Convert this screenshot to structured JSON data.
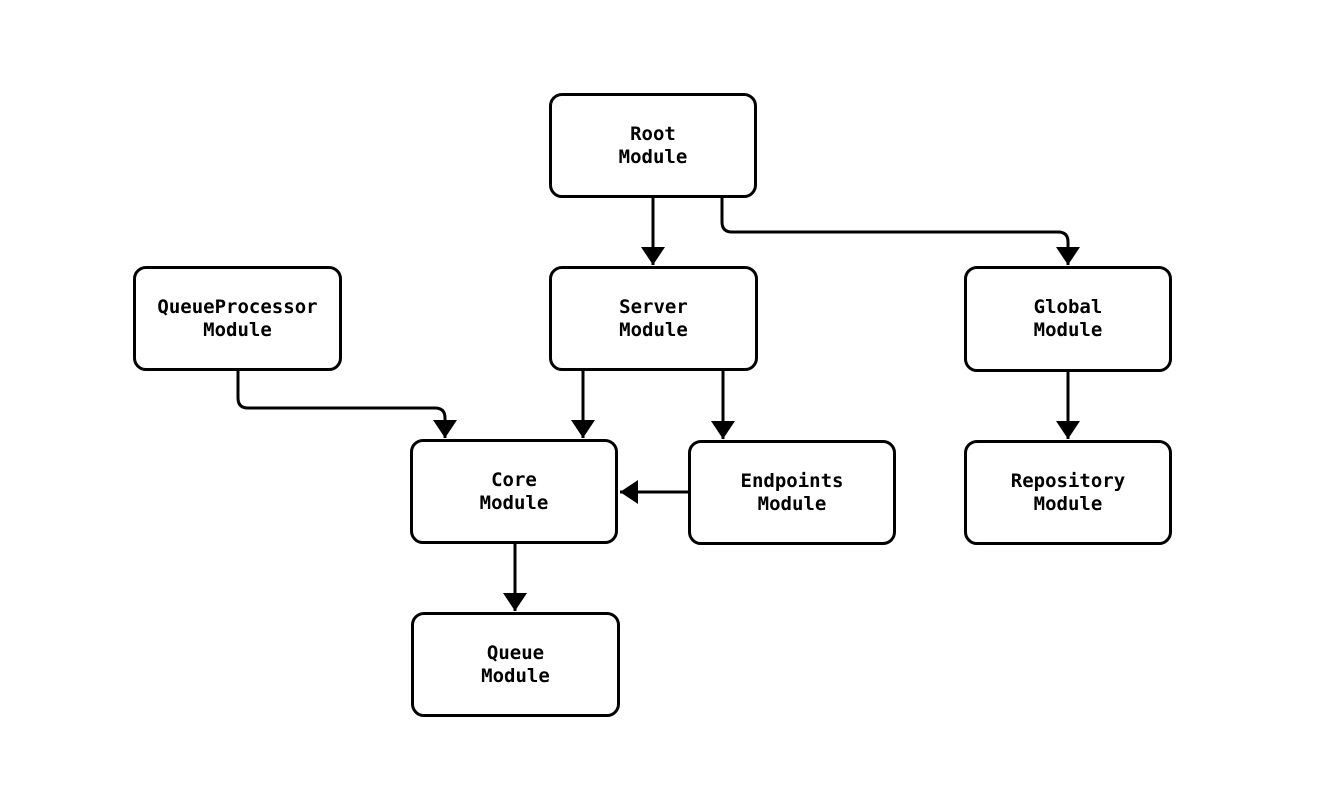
{
  "diagram": {
    "type": "module-dependency-graph",
    "background_color": "#ffffff",
    "node_fill_color": "#ffffff",
    "node_border_color": "#000000",
    "edge_color": "#000000",
    "nodes": {
      "root": {
        "label": "Root\nModule"
      },
      "queue_processor": {
        "label": "QueueProcessor\nModule"
      },
      "server": {
        "label": "Server\nModule"
      },
      "global": {
        "label": "Global\nModule"
      },
      "core": {
        "label": "Core\nModule"
      },
      "endpoints": {
        "label": "Endpoints\nModule"
      },
      "repository": {
        "label": "Repository\nModule"
      },
      "queue": {
        "label": "Queue\nModule"
      }
    },
    "edges": [
      {
        "from": "Root Module",
        "to": "Server Module"
      },
      {
        "from": "Root Module",
        "to": "Global Module"
      },
      {
        "from": "QueueProcessor Module",
        "to": "Core Module"
      },
      {
        "from": "Server Module",
        "to": "Core Module"
      },
      {
        "from": "Server Module",
        "to": "Endpoints Module"
      },
      {
        "from": "Endpoints Module",
        "to": "Core Module"
      },
      {
        "from": "Core Module",
        "to": "Queue Module"
      },
      {
        "from": "Global Module",
        "to": "Repository Module"
      }
    ]
  }
}
